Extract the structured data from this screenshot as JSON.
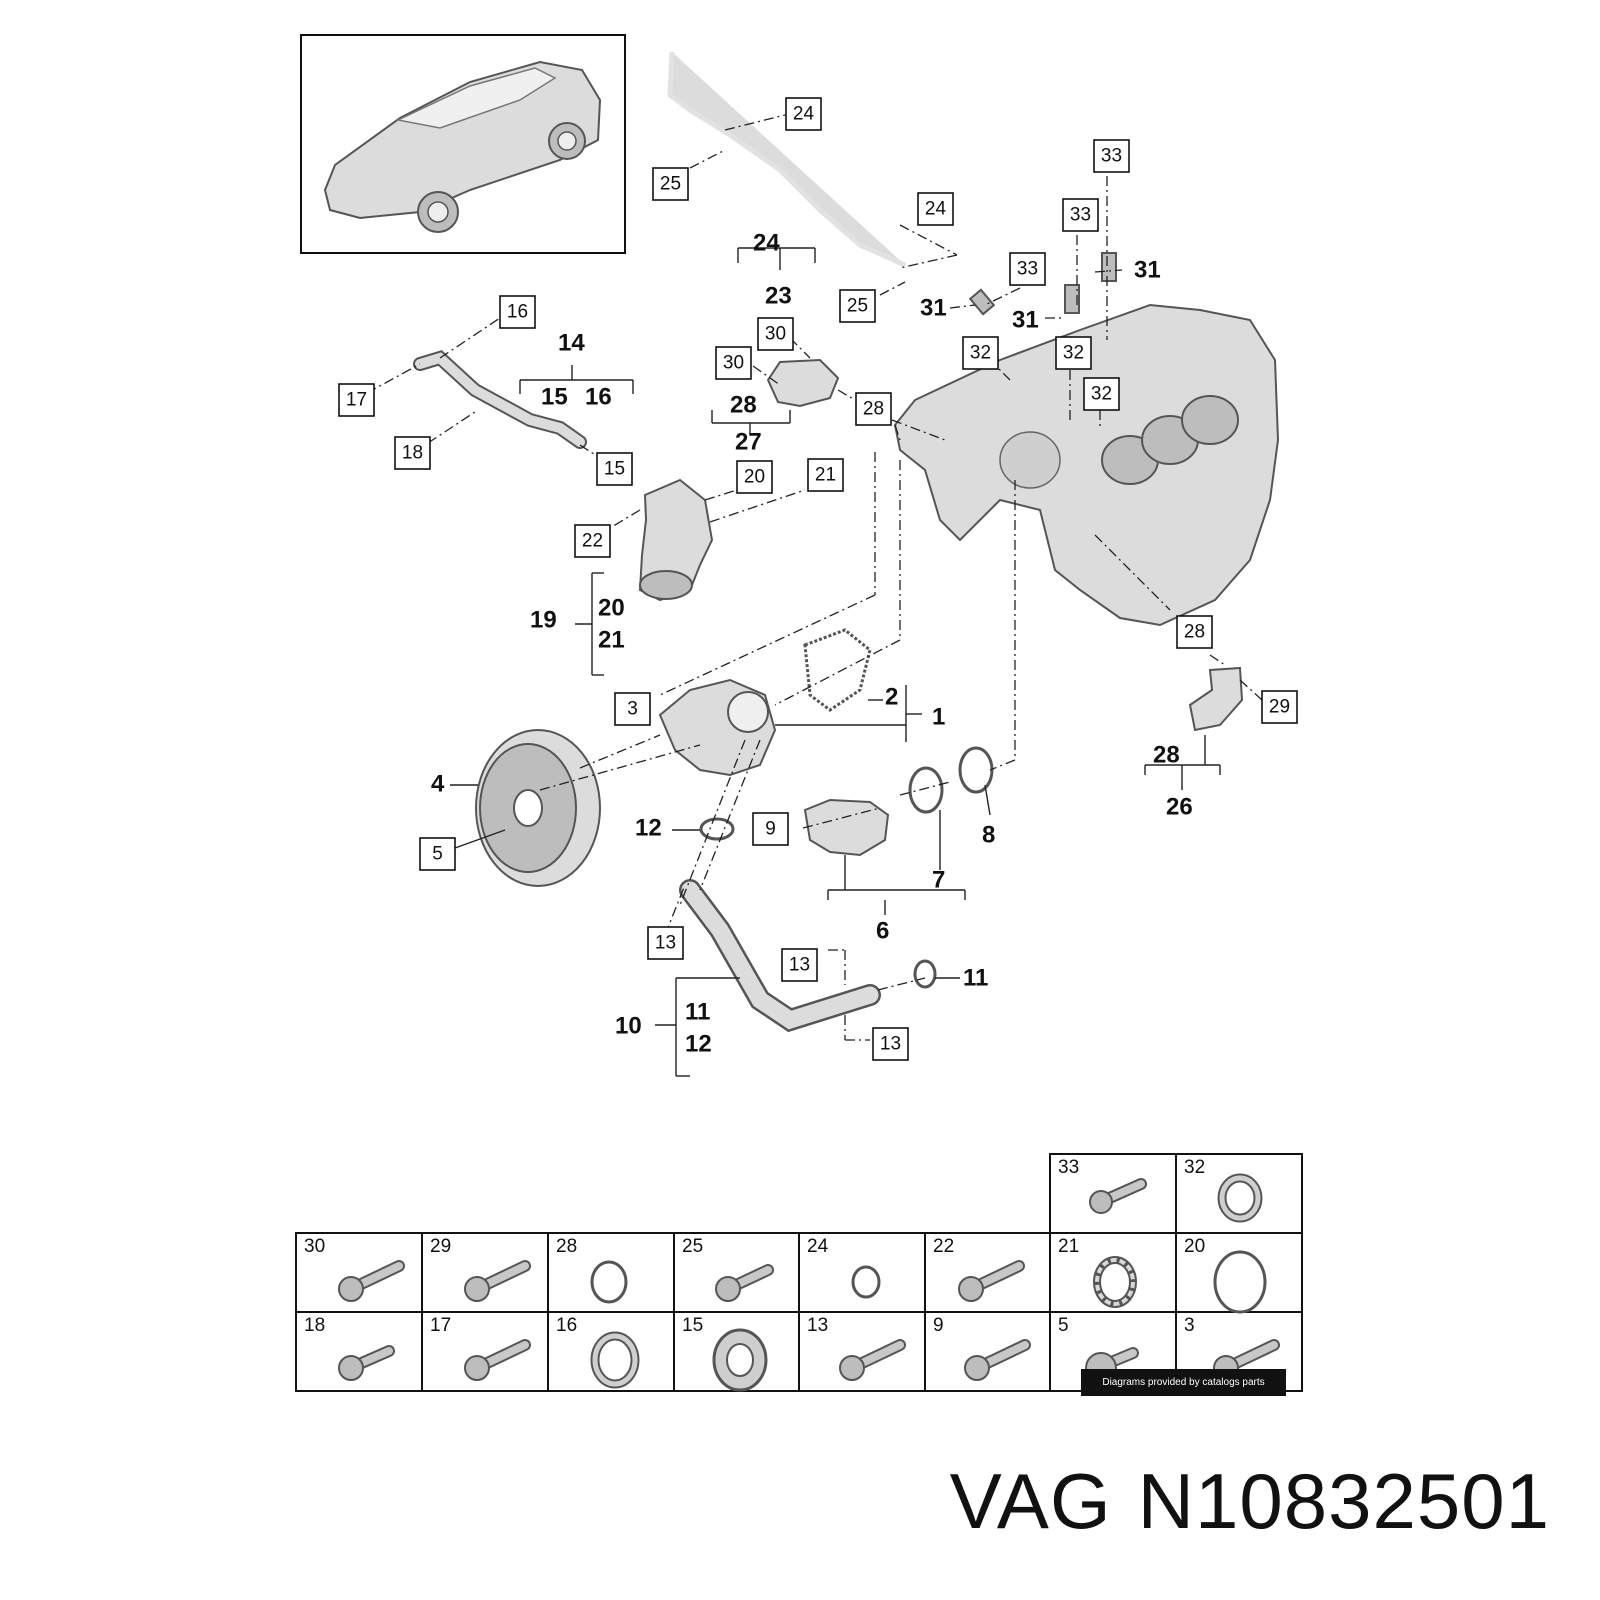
{
  "callouts": [
    {
      "id": "c24a",
      "text": "24"
    },
    {
      "id": "c25a",
      "text": "25"
    },
    {
      "id": "c24b",
      "text": "24"
    },
    {
      "id": "c25b",
      "text": "25"
    },
    {
      "id": "c33a",
      "text": "33"
    },
    {
      "id": "c33b",
      "text": "33"
    },
    {
      "id": "c33c",
      "text": "33"
    },
    {
      "id": "c32a",
      "text": "32"
    },
    {
      "id": "c32b",
      "text": "32"
    },
    {
      "id": "c32c",
      "text": "32"
    },
    {
      "id": "c16",
      "text": "16"
    },
    {
      "id": "c17",
      "text": "17"
    },
    {
      "id": "c18",
      "text": "18"
    },
    {
      "id": "c15",
      "text": "15"
    },
    {
      "id": "c30a",
      "text": "30"
    },
    {
      "id": "c30b",
      "text": "30"
    },
    {
      "id": "c28a",
      "text": "28"
    },
    {
      "id": "c20",
      "text": "20"
    },
    {
      "id": "c21",
      "text": "21"
    },
    {
      "id": "c22",
      "text": "22"
    },
    {
      "id": "c28b",
      "text": "28"
    },
    {
      "id": "c29",
      "text": "29"
    },
    {
      "id": "c3",
      "text": "3"
    },
    {
      "id": "c5",
      "text": "5"
    },
    {
      "id": "c9",
      "text": "9"
    },
    {
      "id": "c13a",
      "text": "13"
    },
    {
      "id": "c13b",
      "text": "13"
    },
    {
      "id": "c13c",
      "text": "13"
    }
  ],
  "labels": [
    {
      "id": "l24",
      "text": "24"
    },
    {
      "id": "l23",
      "text": "23"
    },
    {
      "id": "l31a",
      "text": "31"
    },
    {
      "id": "l31b",
      "text": "31"
    },
    {
      "id": "l31c",
      "text": "31"
    },
    {
      "id": "l14",
      "text": "14"
    },
    {
      "id": "l15",
      "text": "15"
    },
    {
      "id": "l16",
      "text": "16"
    },
    {
      "id": "l28a",
      "text": "28"
    },
    {
      "id": "l27",
      "text": "27"
    },
    {
      "id": "l19",
      "text": "19"
    },
    {
      "id": "l20",
      "text": "20"
    },
    {
      "id": "l21",
      "text": "21"
    },
    {
      "id": "l2",
      "text": "2"
    },
    {
      "id": "l1",
      "text": "1"
    },
    {
      "id": "l4",
      "text": "4"
    },
    {
      "id": "l12a",
      "text": "12"
    },
    {
      "id": "l8",
      "text": "8"
    },
    {
      "id": "l7",
      "text": "7"
    },
    {
      "id": "l6",
      "text": "6"
    },
    {
      "id": "l28b",
      "text": "28"
    },
    {
      "id": "l26",
      "text": "26"
    },
    {
      "id": "l11a",
      "text": "11"
    },
    {
      "id": "l10",
      "text": "10"
    },
    {
      "id": "l11b",
      "text": "11"
    },
    {
      "id": "l12b",
      "text": "12"
    }
  ],
  "parts_table": {
    "top_row": [
      "33",
      "32"
    ],
    "row1": [
      "30",
      "29",
      "28",
      "25",
      "24",
      "22",
      "21",
      "20"
    ],
    "row2": [
      "18",
      "17",
      "16",
      "15",
      "13",
      "9",
      "5",
      "3"
    ]
  },
  "credit": "Diagrams provided by catalogs parts",
  "title": {
    "brand": "VAG",
    "part_number": "N10832501"
  }
}
